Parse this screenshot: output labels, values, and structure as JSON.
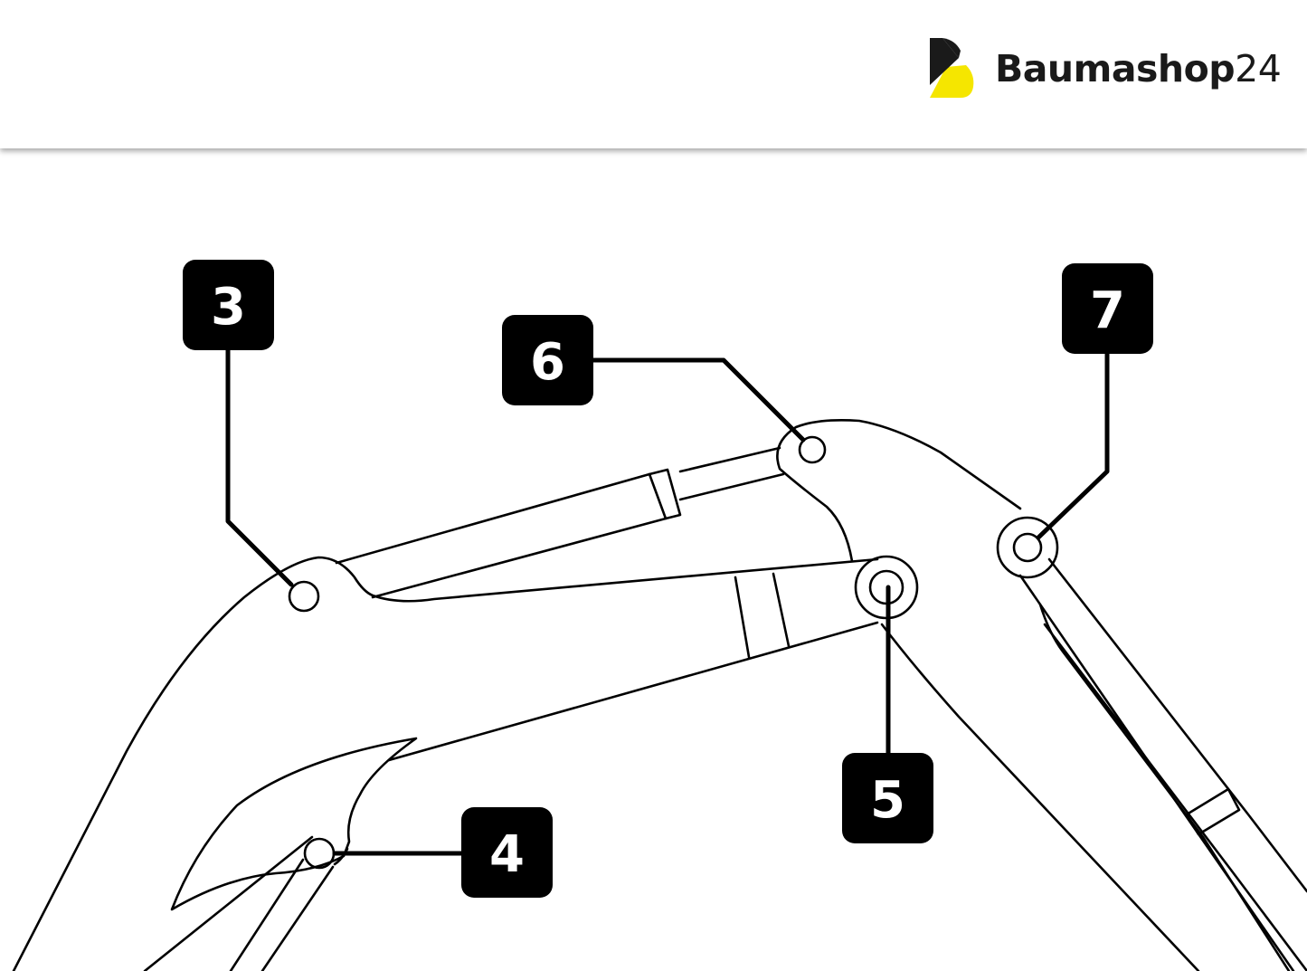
{
  "brand": {
    "name_bold": "Baumashop",
    "name_number": "24",
    "logo_icon": "baumashop-bucket-icon",
    "colors": {
      "accent_yellow": "#f5e600",
      "dark": "#1a1a1a"
    }
  },
  "callouts": [
    {
      "id": "3",
      "label": "3"
    },
    {
      "id": "4",
      "label": "4"
    },
    {
      "id": "5",
      "label": "5"
    },
    {
      "id": "6",
      "label": "6"
    },
    {
      "id": "7",
      "label": "7"
    }
  ]
}
